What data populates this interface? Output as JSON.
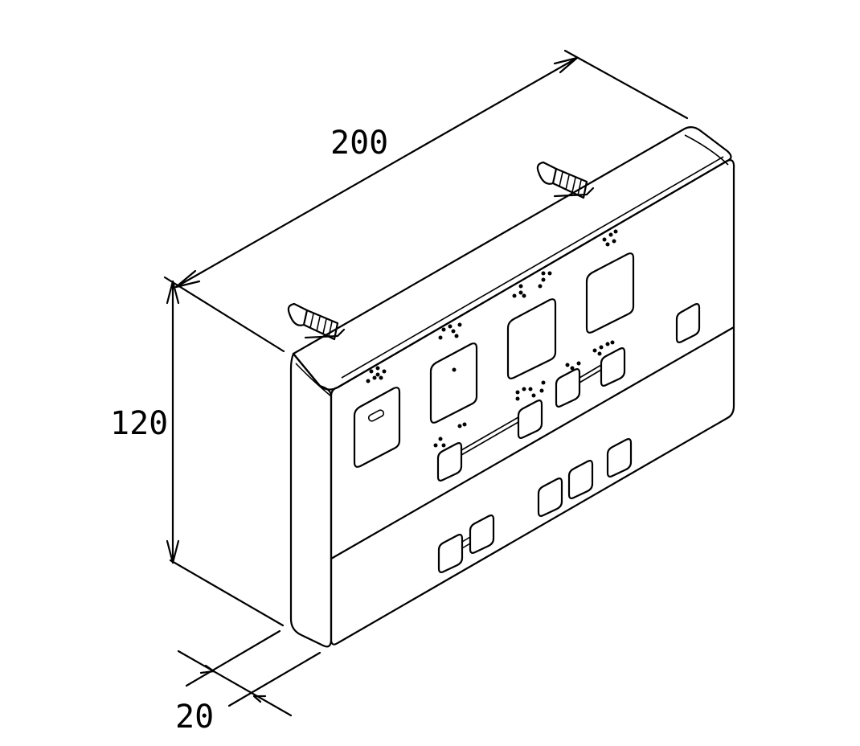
{
  "dimensions": {
    "width": "200",
    "height": "120",
    "depth": "20"
  },
  "colors": {
    "line": "#000000",
    "background": "#ffffff"
  }
}
